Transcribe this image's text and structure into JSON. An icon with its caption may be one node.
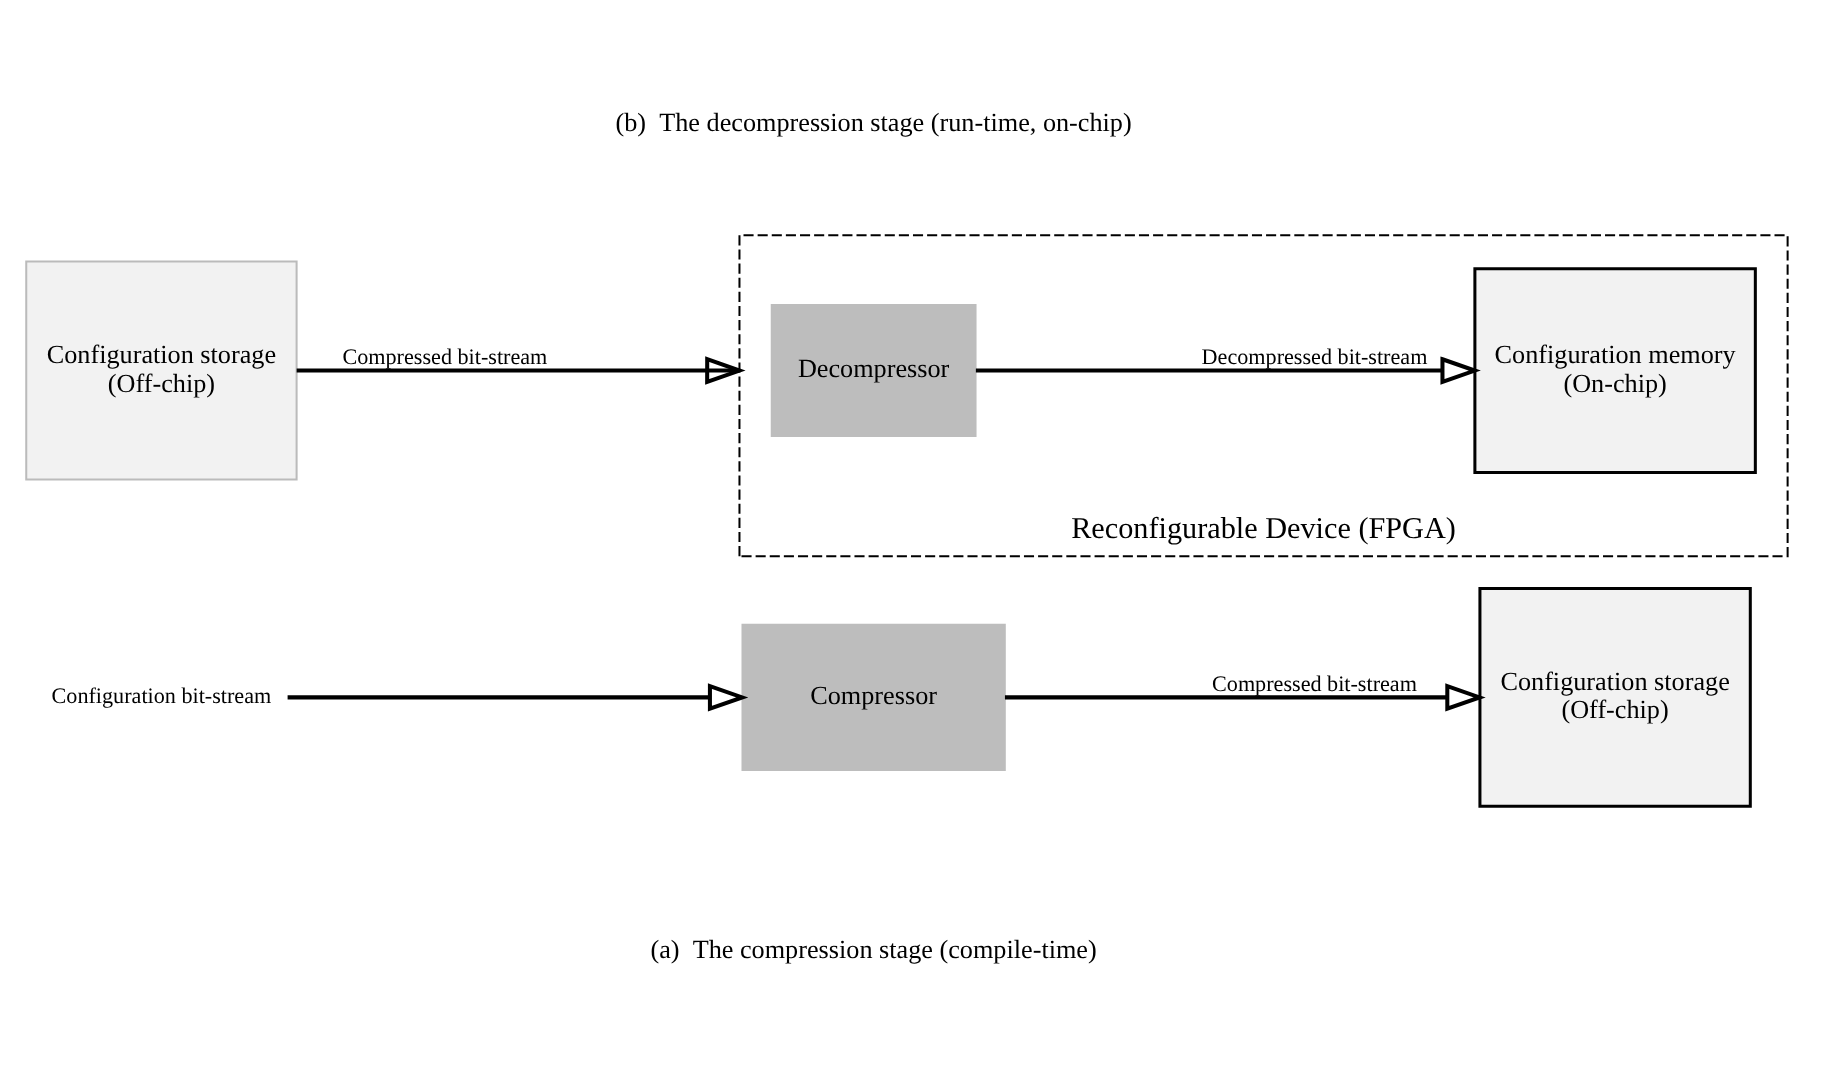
{
  "diagram": {
    "nodes": [
      {
        "text": [
          "Configuration bit-stream"
        ]
      },
      {
        "text": [
          "Compressor"
        ]
      },
      {
        "text": [
          "Configuration storage",
          "(Off-chip)"
        ]
      },
      {
        "text": [
          "Configuration storage",
          "(Off-chip)"
        ]
      },
      {
        "text": [
          "Reconfigurable Device (FPGA)"
        ]
      },
      {
        "text": [
          "Decompressor"
        ],
        "in": 4
      },
      {
        "text": [
          "Configuration memory",
          "(On-chip)"
        ],
        "in": 4
      }
    ],
    "edges": [
      {
        "from": 0,
        "to": 1,
        "arrow": "to"
      },
      {
        "from": 1,
        "to": 2,
        "arrow": "to",
        "label": "Compressed bit-stream"
      },
      {
        "from": 3,
        "to": 4,
        "arrow": "to",
        "label": "Compressed bit-stream"
      },
      {
        "from": 5,
        "to": 6,
        "arrow": "to",
        "label": "Decompressed bit-stream"
      }
    ],
    "labels": [
      "(a)  The compression stage (compile-time)",
      "(b)  The decompression stage (run-time, on-chip)"
    ]
  }
}
